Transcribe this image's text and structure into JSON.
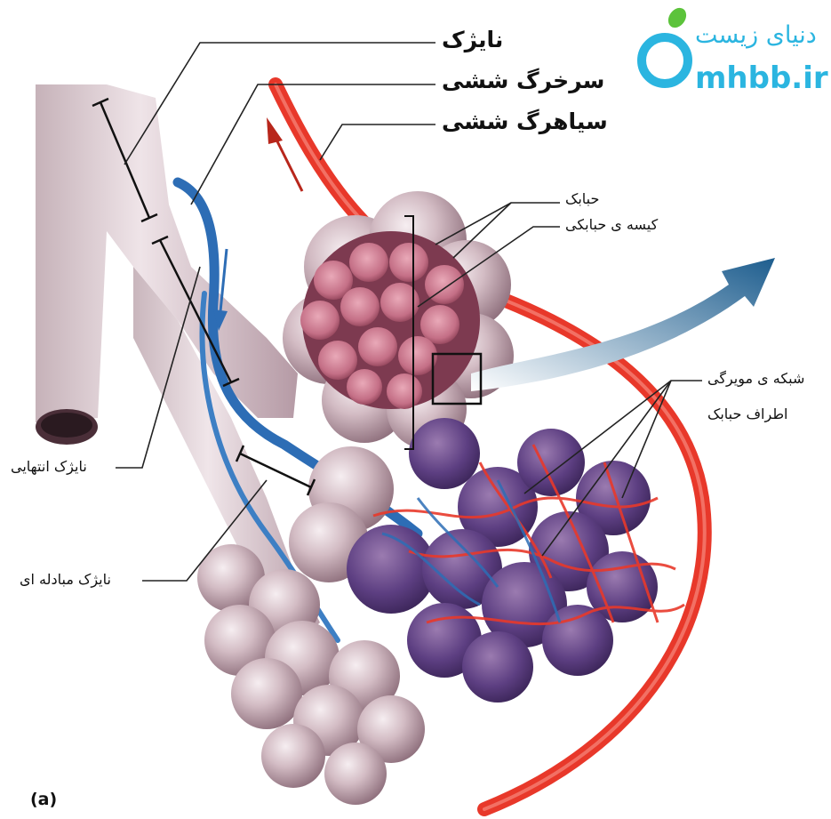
{
  "labels": {
    "bronchiole": "نایژک",
    "pulmonary_artery": "سرخرگ ششی",
    "pulmonary_vein": "سیاهرگ ششی",
    "alveolus": "حبابک",
    "alveolar_sac": "کیسه ی حبابکی",
    "capillary_network_line1": "شبکه ی مویرگی",
    "capillary_network_line2": "اطراف حبابک",
    "terminal_bronchiole": "نایژک انتهایی",
    "respiratory_bronchiole": "نایژک مبادله ای",
    "panel": "(a)"
  },
  "brand": {
    "name_fa": "دنیای زیست",
    "site": "mhbb.ir"
  },
  "colors": {
    "artery_red": "#e8382a",
    "vein_blue": "#2d6db5",
    "tissue_pink": "#c9a2ad",
    "brand_blue": "#2bb5e0",
    "brand_green": "#5cc33b"
  }
}
